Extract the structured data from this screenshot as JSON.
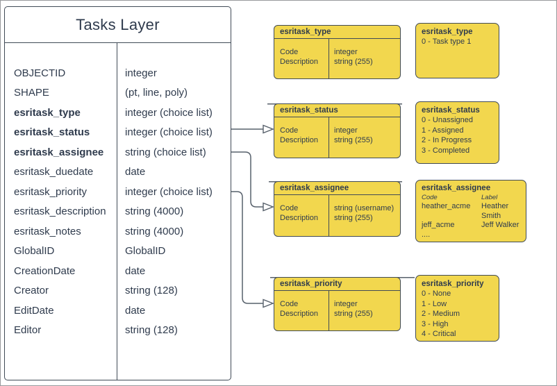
{
  "tasks_layer": {
    "title": "Tasks Layer",
    "fields": [
      {
        "name": "OBJECTID",
        "type": "integer"
      },
      {
        "name": "SHAPE",
        "type": "(pt, line, poly)"
      },
      {
        "name": "esritask_type",
        "type": "integer (choice list)"
      },
      {
        "name": "esritask_status",
        "type": "integer (choice list)"
      },
      {
        "name": "esritask_assignee",
        "type": "string (choice list)"
      },
      {
        "name": "esritask_duedate",
        "type": "date"
      },
      {
        "name": "esritask_priority",
        "type": "integer (choice list)"
      },
      {
        "name": "esritask_description",
        "type": "string (4000)"
      },
      {
        "name": "esritask_notes",
        "type": "string (4000)"
      },
      {
        "name": "GlobalID",
        "type": "GlobalID"
      },
      {
        "name": "CreationDate",
        "type": "date"
      },
      {
        "name": "Creator",
        "type": "string (128)"
      },
      {
        "name": "EditDate",
        "type": "date"
      },
      {
        "name": "Editor",
        "type": "string (128)"
      }
    ]
  },
  "entities": [
    {
      "name": "esritask_type",
      "code_label": "Code",
      "desc_label": "Description",
      "code_type": "integer",
      "desc_type": "string (255)"
    },
    {
      "name": "esritask_status",
      "code_label": "Code",
      "desc_label": "Description",
      "code_type": "integer",
      "desc_type": "string (255)"
    },
    {
      "name": "esritask_assignee",
      "code_label": "Code",
      "desc_label": "Description",
      "code_type": "string (username)",
      "desc_type": "string (255)"
    },
    {
      "name": "esritask_priority",
      "code_label": "Code",
      "desc_label": "Description",
      "code_type": "integer",
      "desc_type": "string (255)"
    }
  ],
  "domains": [
    {
      "name": "esritask_type",
      "values": [
        "0 - Task type 1"
      ]
    },
    {
      "name": "esritask_status",
      "values": [
        "0 - Unassigned",
        "1 - Assigned",
        "2 - In Progress",
        "3 - Completed"
      ]
    },
    {
      "name": "esritask_assignee",
      "col_code": "Code",
      "col_label": "Label",
      "rows": [
        {
          "code": "heather_acme",
          "label": "Heather Smith"
        },
        {
          "code": "jeff_acme",
          "label": "Jeff Walker"
        }
      ],
      "ellipsis": "...."
    },
    {
      "name": "esritask_priority",
      "values": [
        "0 - None",
        "1 - Low",
        "2 - Medium",
        "3 - High",
        "4 - Critical"
      ]
    }
  ],
  "colors": {
    "yellow": "#F2D74E",
    "stroke": "#404A56",
    "text": "#2F3B4D",
    "connector": "#57606B",
    "canvas_border": "#97999C"
  }
}
